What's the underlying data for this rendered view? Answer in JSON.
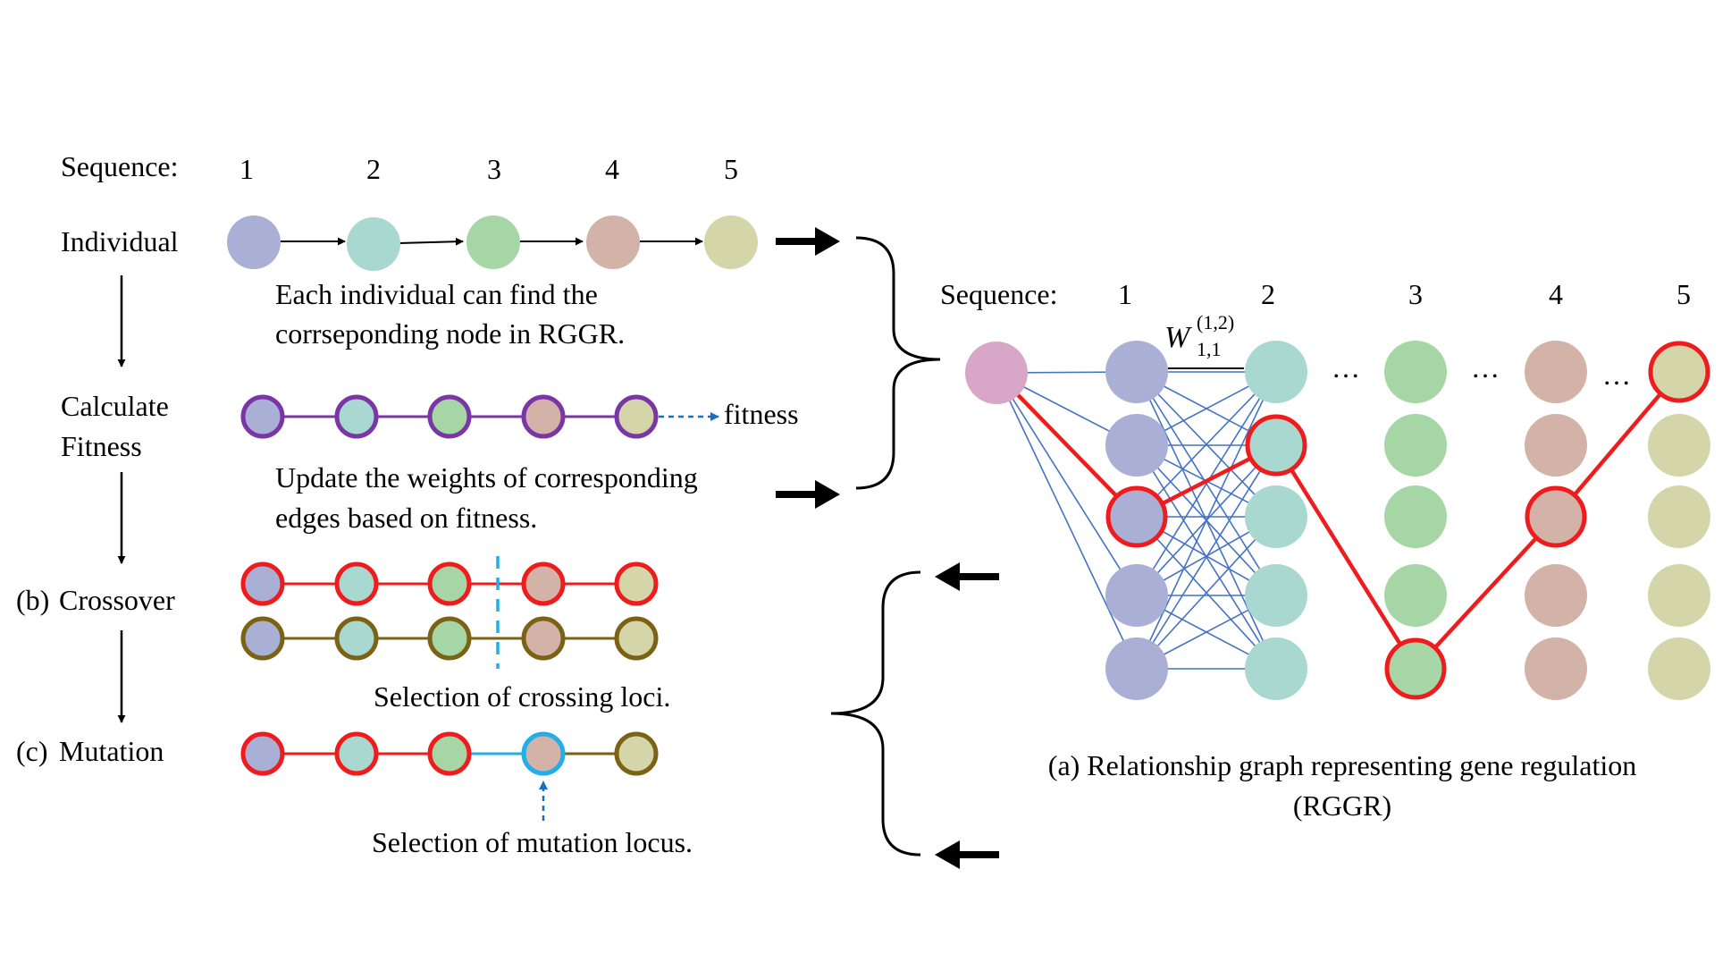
{
  "colors": {
    "seq1": "#aab0d5",
    "seq2": "#a8d8d0",
    "seq3": "#a6d6a6",
    "seq4": "#d3b3a8",
    "seq5": "#d4d6aa",
    "source": "#d8a6c6",
    "highlight": "#ee1c1c",
    "crossover_a": "#ee1c1c",
    "crossover_b": "#7c6214",
    "fitness_ring": "#7b36a6",
    "mutation": "#22aee8",
    "dashed_arrow": "#1a6fc0",
    "edges": "#4472c4"
  },
  "left": {
    "sequence_label": "Sequence:",
    "sequence_numbers": [
      "1",
      "2",
      "3",
      "4",
      "5"
    ],
    "individual_label": "Individual",
    "individual_caption_1": "Each individual can find the",
    "individual_caption_2": "corrseponding node in RGGR.",
    "fitness_label_1": "Calculate",
    "fitness_label_2": "Fitness",
    "fitness_word": "fitness",
    "fitness_caption_1": "Update the weights of corresponding",
    "fitness_caption_2": "edges based on fitness.",
    "crossover_tag": "(b)",
    "crossover_label": "Crossover",
    "crossover_caption": "Selection of crossing loci.",
    "mutation_tag": "(c)",
    "mutation_label": "Mutation",
    "mutation_caption": "Selection of mutation locus."
  },
  "graph": {
    "sequence_label": "Sequence:",
    "sequence_numbers": [
      "1",
      "2",
      "3",
      "4",
      "5"
    ],
    "weight_symbol": "W",
    "weight_superscript": "(1,2)",
    "weight_subscript": "1,1",
    "ellipsis": "…",
    "caption_1": "(a) Relationship graph representing gene regulation",
    "caption_2": "(RGGR)",
    "selected_path": [
      3,
      2,
      5,
      3,
      1
    ]
  }
}
